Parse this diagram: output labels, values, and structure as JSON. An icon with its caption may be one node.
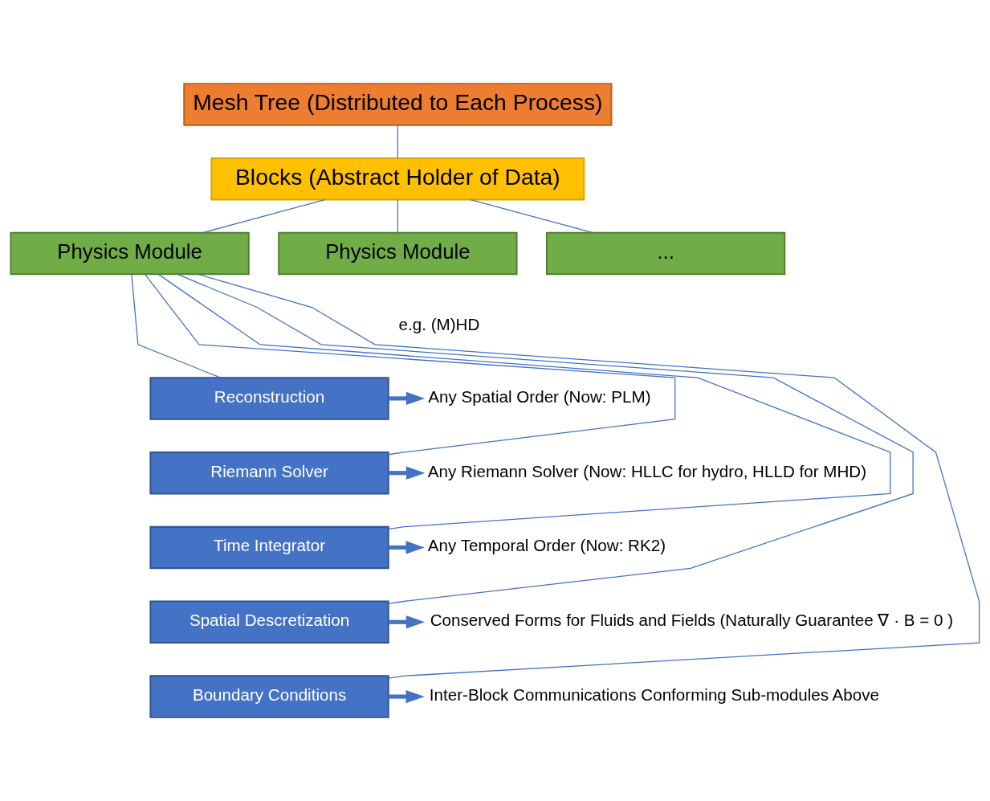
{
  "diagram": {
    "nodes": [
      {
        "text": [
          "Mesh Tree (Distributed to Each Process)"
        ]
      },
      {
        "text": [
          "Blocks (Abstract Holder of Data)"
        ]
      },
      {
        "text": [
          "Physics Module"
        ]
      },
      {
        "text": [
          "Physics Module"
        ]
      },
      {
        "text": [
          "..."
        ]
      },
      {
        "text": [
          "Reconstruction"
        ]
      },
      {
        "text": [
          "Riemann Solver"
        ]
      },
      {
        "text": [
          "Time Integrator"
        ]
      },
      {
        "text": [
          "Spatial Descretization"
        ]
      },
      {
        "text": [
          "Boundary Conditions"
        ]
      },
      {
        "text": [
          "Any Spatial Order (Now: PLM)"
        ]
      },
      {
        "text": [
          "Any Riemann Solver (Now: HLLC for hydro, HLLD for MHD)"
        ]
      },
      {
        "text": [
          "Any Temporal Order (Now: RK2)"
        ]
      },
      {
        "text": [
          "Conserved Forms for Fluids and Fields (Naturally Guarantee ∇ · B = 0 )"
        ]
      },
      {
        "text": [
          "Inter-Block Communications Conforming Sub-modules Above"
        ]
      }
    ],
    "edges": [
      {
        "from": 0,
        "to": 1,
        "arrow": "none"
      },
      {
        "from": 1,
        "to": 2,
        "arrow": "none"
      },
      {
        "from": 1,
        "to": 3,
        "arrow": "none"
      },
      {
        "from": 1,
        "to": 4,
        "arrow": "none"
      },
      {
        "from": 2,
        "to": 5,
        "arrow": "none"
      },
      {
        "from": 2,
        "to": 6,
        "arrow": "none"
      },
      {
        "from": 2,
        "to": 7,
        "arrow": "none"
      },
      {
        "from": 2,
        "to": 8,
        "arrow": "none"
      },
      {
        "from": 2,
        "to": 9,
        "arrow": "none"
      },
      {
        "from": 5,
        "to": 10,
        "arrow": "to",
        "style": "thick"
      },
      {
        "from": 6,
        "to": 11,
        "arrow": "to",
        "style": "thick"
      },
      {
        "from": 7,
        "to": 12,
        "arrow": "to",
        "style": "thick"
      },
      {
        "from": 8,
        "to": 13,
        "arrow": "to",
        "style": "thick"
      },
      {
        "from": 9,
        "to": 14,
        "arrow": "to",
        "style": "thick"
      }
    ],
    "labels": [
      "e.g. (M)HD"
    ]
  }
}
